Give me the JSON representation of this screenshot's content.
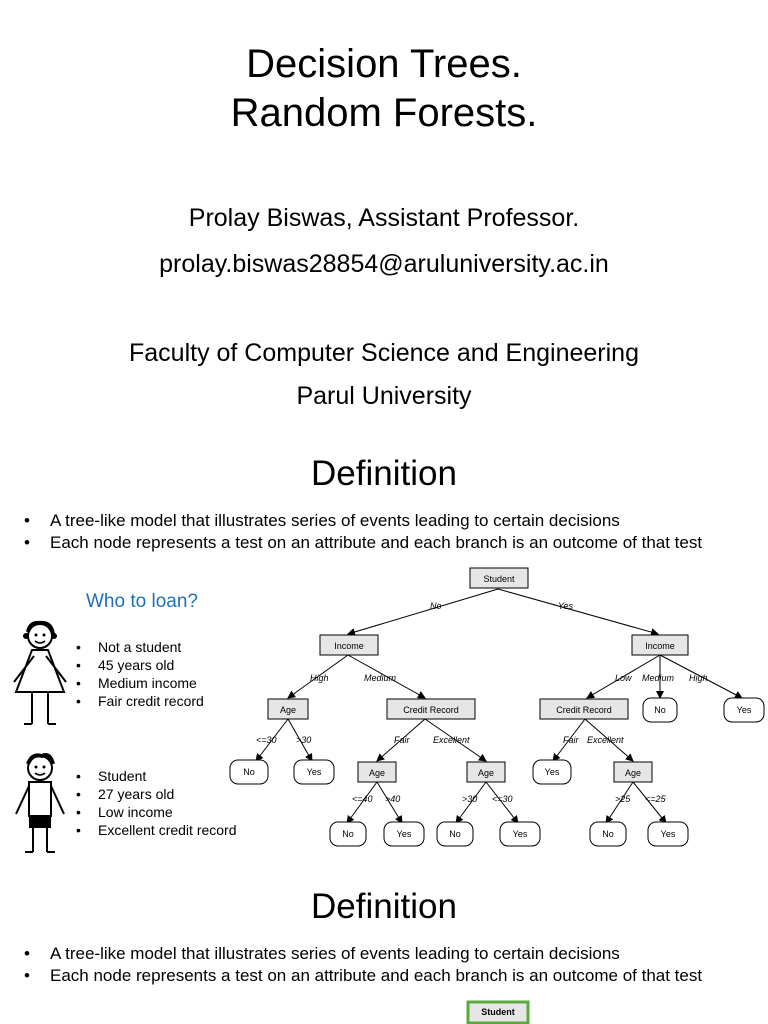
{
  "slide1": {
    "title_line1": "Decision Trees.",
    "title_line2": "Random Forests.",
    "author": "Prolay Biswas, Assistant Professor.",
    "email": "prolay.biswas28854@aruluniversity.ac.in",
    "faculty": "Faculty of  Computer Science and Engineering",
    "university": "Parul University"
  },
  "slide2": {
    "heading": "Definition",
    "bullets": [
      "A tree-like model that illustrates series of events leading to certain decisions",
      "Each node represents a test on an attribute and each branch is an outcome of that test"
    ],
    "question": "Who to loan?",
    "person1": [
      "Not a student",
      "45 years old",
      "Medium income",
      "Fair credit record"
    ],
    "person2": [
      "Student",
      "27 years old",
      "Low income",
      "Excellent credit record"
    ],
    "tree": {
      "root": "Student",
      "edge_no": "No",
      "edge_yes": "Yes",
      "income": "Income",
      "high": "High",
      "medium": "Medium",
      "low": "Low",
      "age": "Age",
      "credit_record": "Credit Record",
      "le30": "<=30",
      "gt30": ">30",
      "le40": "<=40",
      "gt40": ">40",
      "gt25": ">25",
      "le25": "<=25",
      "fair": "Fair",
      "excellent": "Excellent",
      "no": "No",
      "yes": "Yes"
    },
    "colors": {
      "question": "#1f6fb8",
      "node_fill": "#e6e6e6"
    }
  },
  "slide3": {
    "heading": "Definition",
    "bullets": [
      "A tree-like model that illustrates series of events leading to certain decisions",
      "Each node represents a test on an attribute and each branch is an outcome of that test"
    ],
    "root": "Student",
    "colors": {
      "root_border": "#5aaa3c"
    }
  }
}
